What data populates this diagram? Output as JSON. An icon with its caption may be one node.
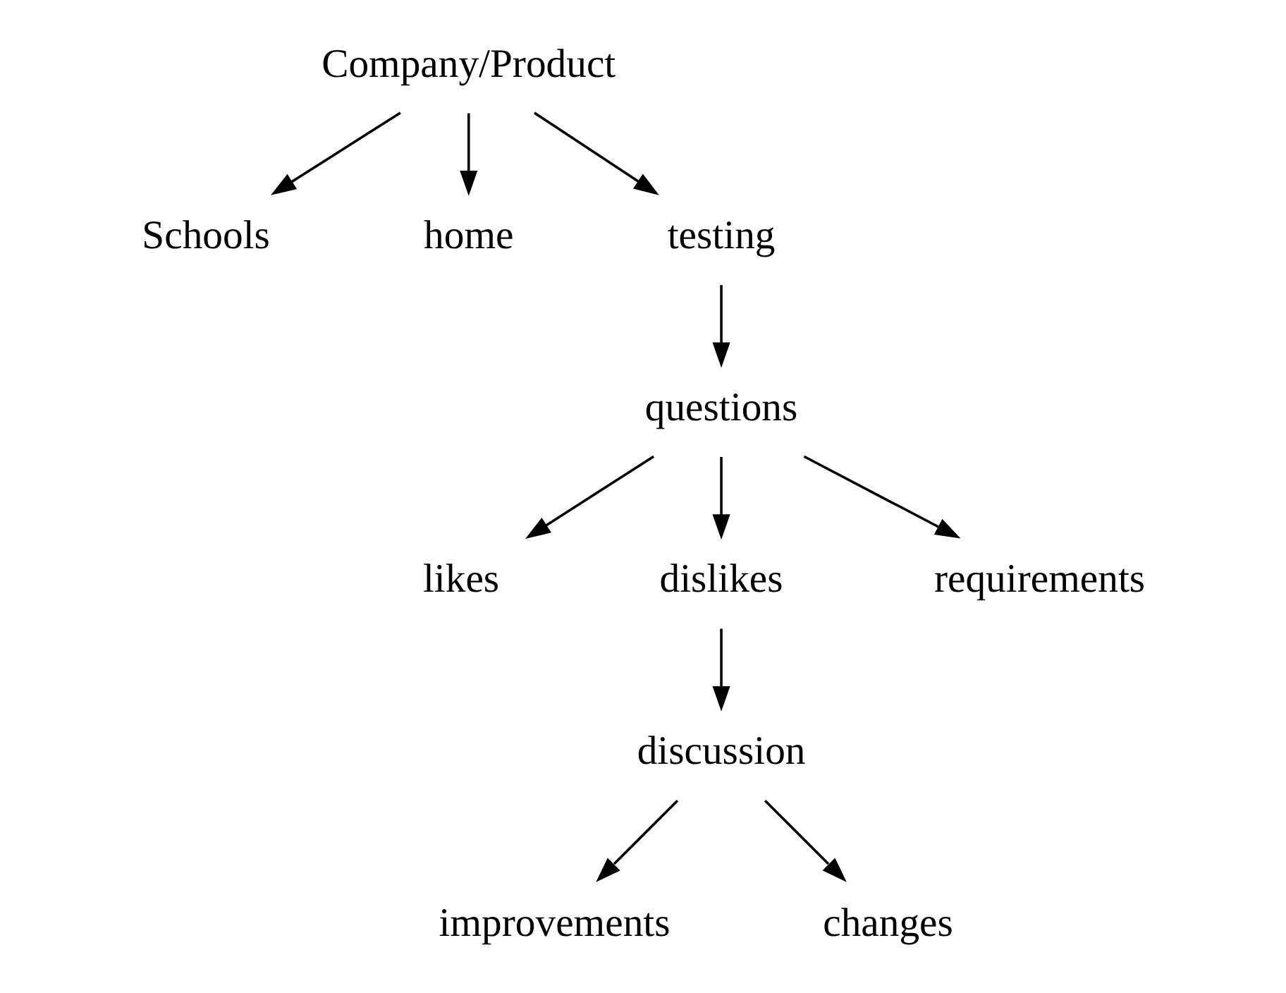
{
  "diagram": {
    "nodes": [
      {
        "text": [
          "Company/Product"
        ]
      },
      {
        "text": [
          "Schools"
        ]
      },
      {
        "text": [
          "home"
        ]
      },
      {
        "text": [
          "testing"
        ]
      },
      {
        "text": [
          "questions"
        ]
      },
      {
        "text": [
          "likes"
        ]
      },
      {
        "text": [
          "dislikes"
        ]
      },
      {
        "text": [
          "requirements"
        ]
      },
      {
        "text": [
          "discussion"
        ]
      },
      {
        "text": [
          "improvements"
        ]
      },
      {
        "text": [
          "changes"
        ]
      }
    ],
    "edges": [
      {
        "from": 0,
        "to": 1,
        "arrow": "to"
      },
      {
        "from": 0,
        "to": 3,
        "arrow": "to"
      },
      {
        "from": 0,
        "to": 2,
        "arrow": "to"
      },
      {
        "from": 3,
        "to": 4,
        "arrow": "to"
      },
      {
        "from": 4,
        "to": 5,
        "arrow": "to"
      },
      {
        "from": 4,
        "to": 6,
        "arrow": "to"
      },
      {
        "from": 4,
        "to": 7,
        "arrow": "to"
      },
      {
        "from": 6,
        "to": 8,
        "arrow": "to"
      },
      {
        "from": 8,
        "to": 9,
        "arrow": "to"
      },
      {
        "from": 8,
        "to": 10,
        "arrow": "to"
      }
    ]
  }
}
